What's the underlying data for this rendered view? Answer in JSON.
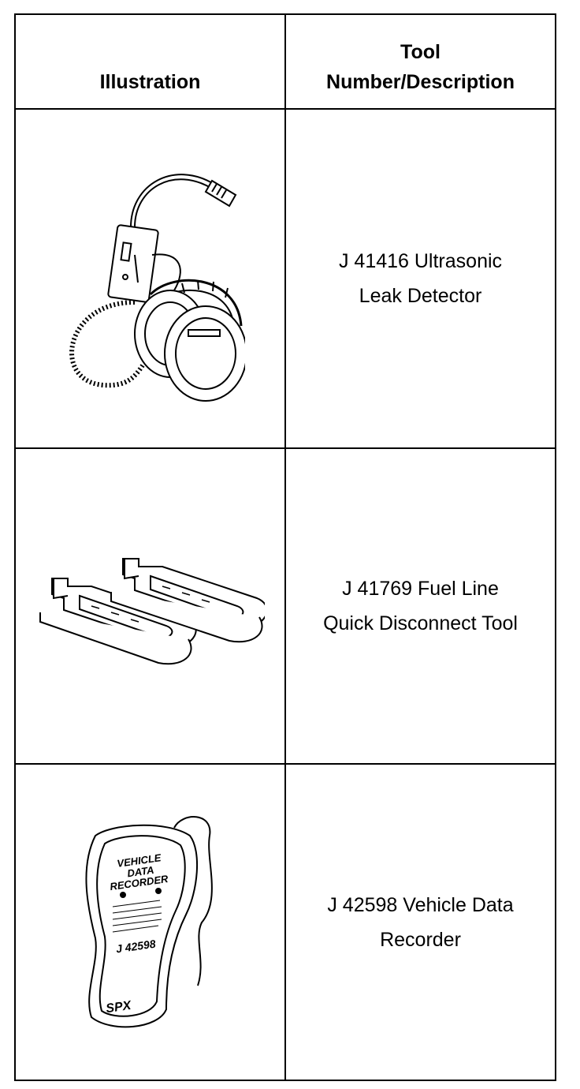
{
  "headers": {
    "illustration": "Illustration",
    "tool_line1": "Tool",
    "tool_line2": "Number/Description"
  },
  "rows": [
    {
      "line1": "J 41416 Ultrasonic",
      "line2": "Leak Detector",
      "icon": "ultrasonic-leak-detector-icon"
    },
    {
      "line1": "J 41769 Fuel Line",
      "line2": "Quick Disconnect Tool",
      "icon": "quick-disconnect-tool-icon"
    },
    {
      "line1": "J 42598 Vehicle Data",
      "line2": "Recorder",
      "icon": "vehicle-data-recorder-icon",
      "device_text": {
        "title1": "VEHICLE",
        "title2": "DATA",
        "title3": "RECORDER",
        "model": "J 42598",
        "brand": "SPX"
      }
    }
  ]
}
